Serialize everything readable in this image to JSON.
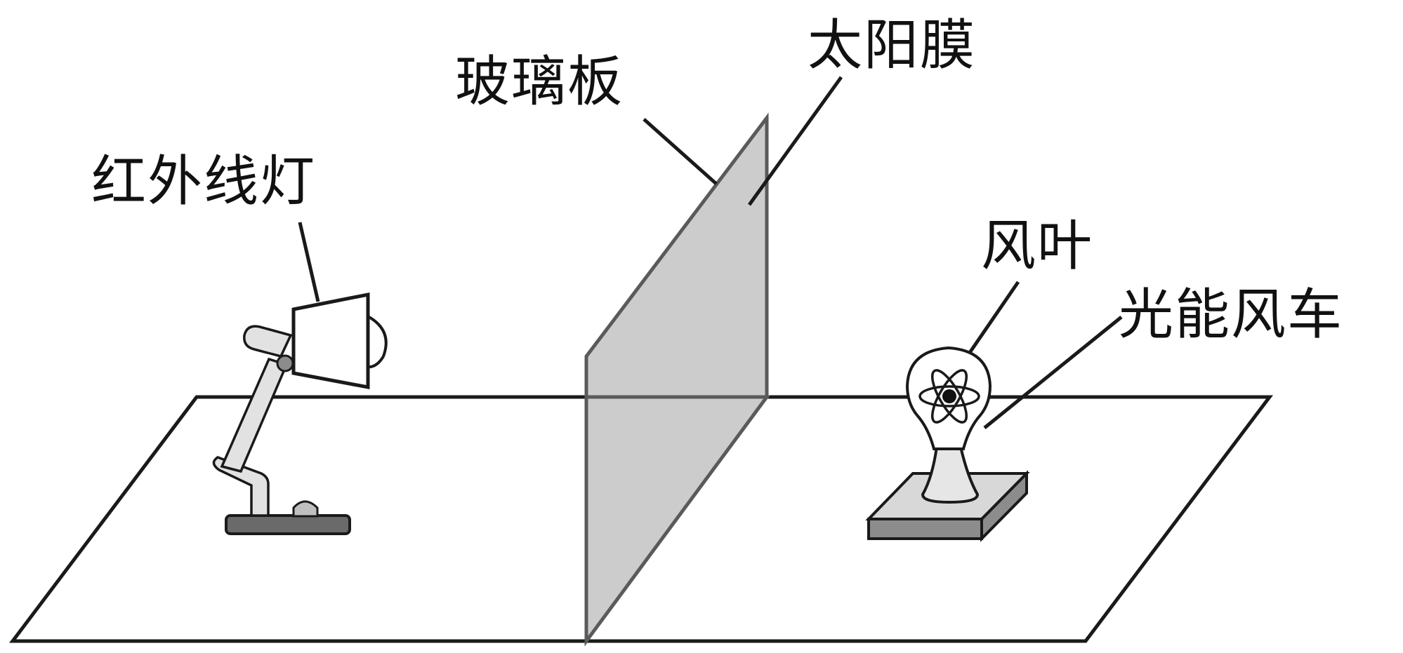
{
  "labels": {
    "glass_plate": "玻璃板",
    "solar_film": "太阳膜",
    "infrared_lamp": "红外线灯",
    "fan_blade": "风叶",
    "light_windmill": "光能风车"
  },
  "colors": {
    "outline": "#1a1a1a",
    "glass_fill": "#c8c8c8",
    "glass_edge": "#555555",
    "lamp_base": "#6a6a6a",
    "lamp_arm": "#e0e0e0",
    "windmill_base_top": "#d8d8d8",
    "windmill_base_side": "#8c8c8c"
  }
}
